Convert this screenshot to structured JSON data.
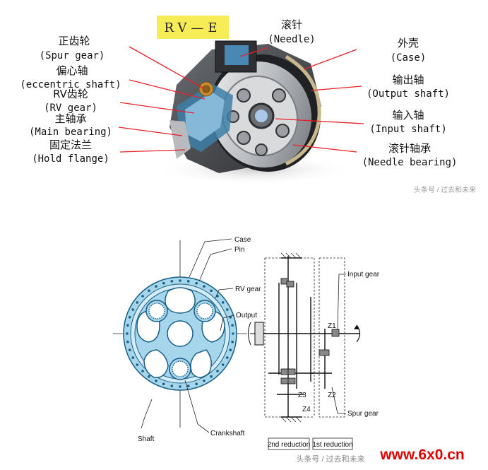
{
  "top": {
    "title_tag": "RV—E",
    "labels_left": [
      {
        "cn": "正齿轮",
        "en": "(Spur gear)"
      },
      {
        "cn": "偏心轴",
        "en": "(eccentric shaft)"
      },
      {
        "cn": "RV齿轮",
        "en": "(RV gear)"
      },
      {
        "cn": "主轴承",
        "en": "(Main bearing)"
      },
      {
        "cn": "固定法兰",
        "en": "(Hold flange)"
      }
    ],
    "label_top": {
      "cn": "滚针",
      "en": "(Needle)"
    },
    "labels_right": [
      {
        "cn": "外壳",
        "en": "(Case)"
      },
      {
        "cn": "输出轴",
        "en": "(Output shaft)"
      },
      {
        "cn": "输入轴",
        "en": "(Input shaft)"
      },
      {
        "cn": "滚针轴承",
        "en": "(Needle bearing)"
      }
    ],
    "watermark": "头条号 / 过去和未来"
  },
  "bottom": {
    "labels": {
      "case": "Case",
      "pin": "Pin",
      "rv_gear": "RV gear",
      "output": "Output",
      "shaft": "Shaft",
      "crankshaft": "Crankshaft",
      "input_gear": "Input gear",
      "spur_gear": "Spur gear",
      "z1": "Z1",
      "z2": "Z2",
      "z3": "Z3",
      "z4": "Z4"
    },
    "stage_boxes": [
      "2nd reduction",
      "1st reduction"
    ],
    "watermark": "头条号 / 过去和未来",
    "brand": "www.6x0.cn"
  },
  "colors": {
    "accent_yellow": "#f6ec55",
    "leader_red": "#e8202a",
    "disc_blue": "#a6d6ec",
    "disc_outline": "#1a5f86",
    "brand_red": "#e10000"
  }
}
